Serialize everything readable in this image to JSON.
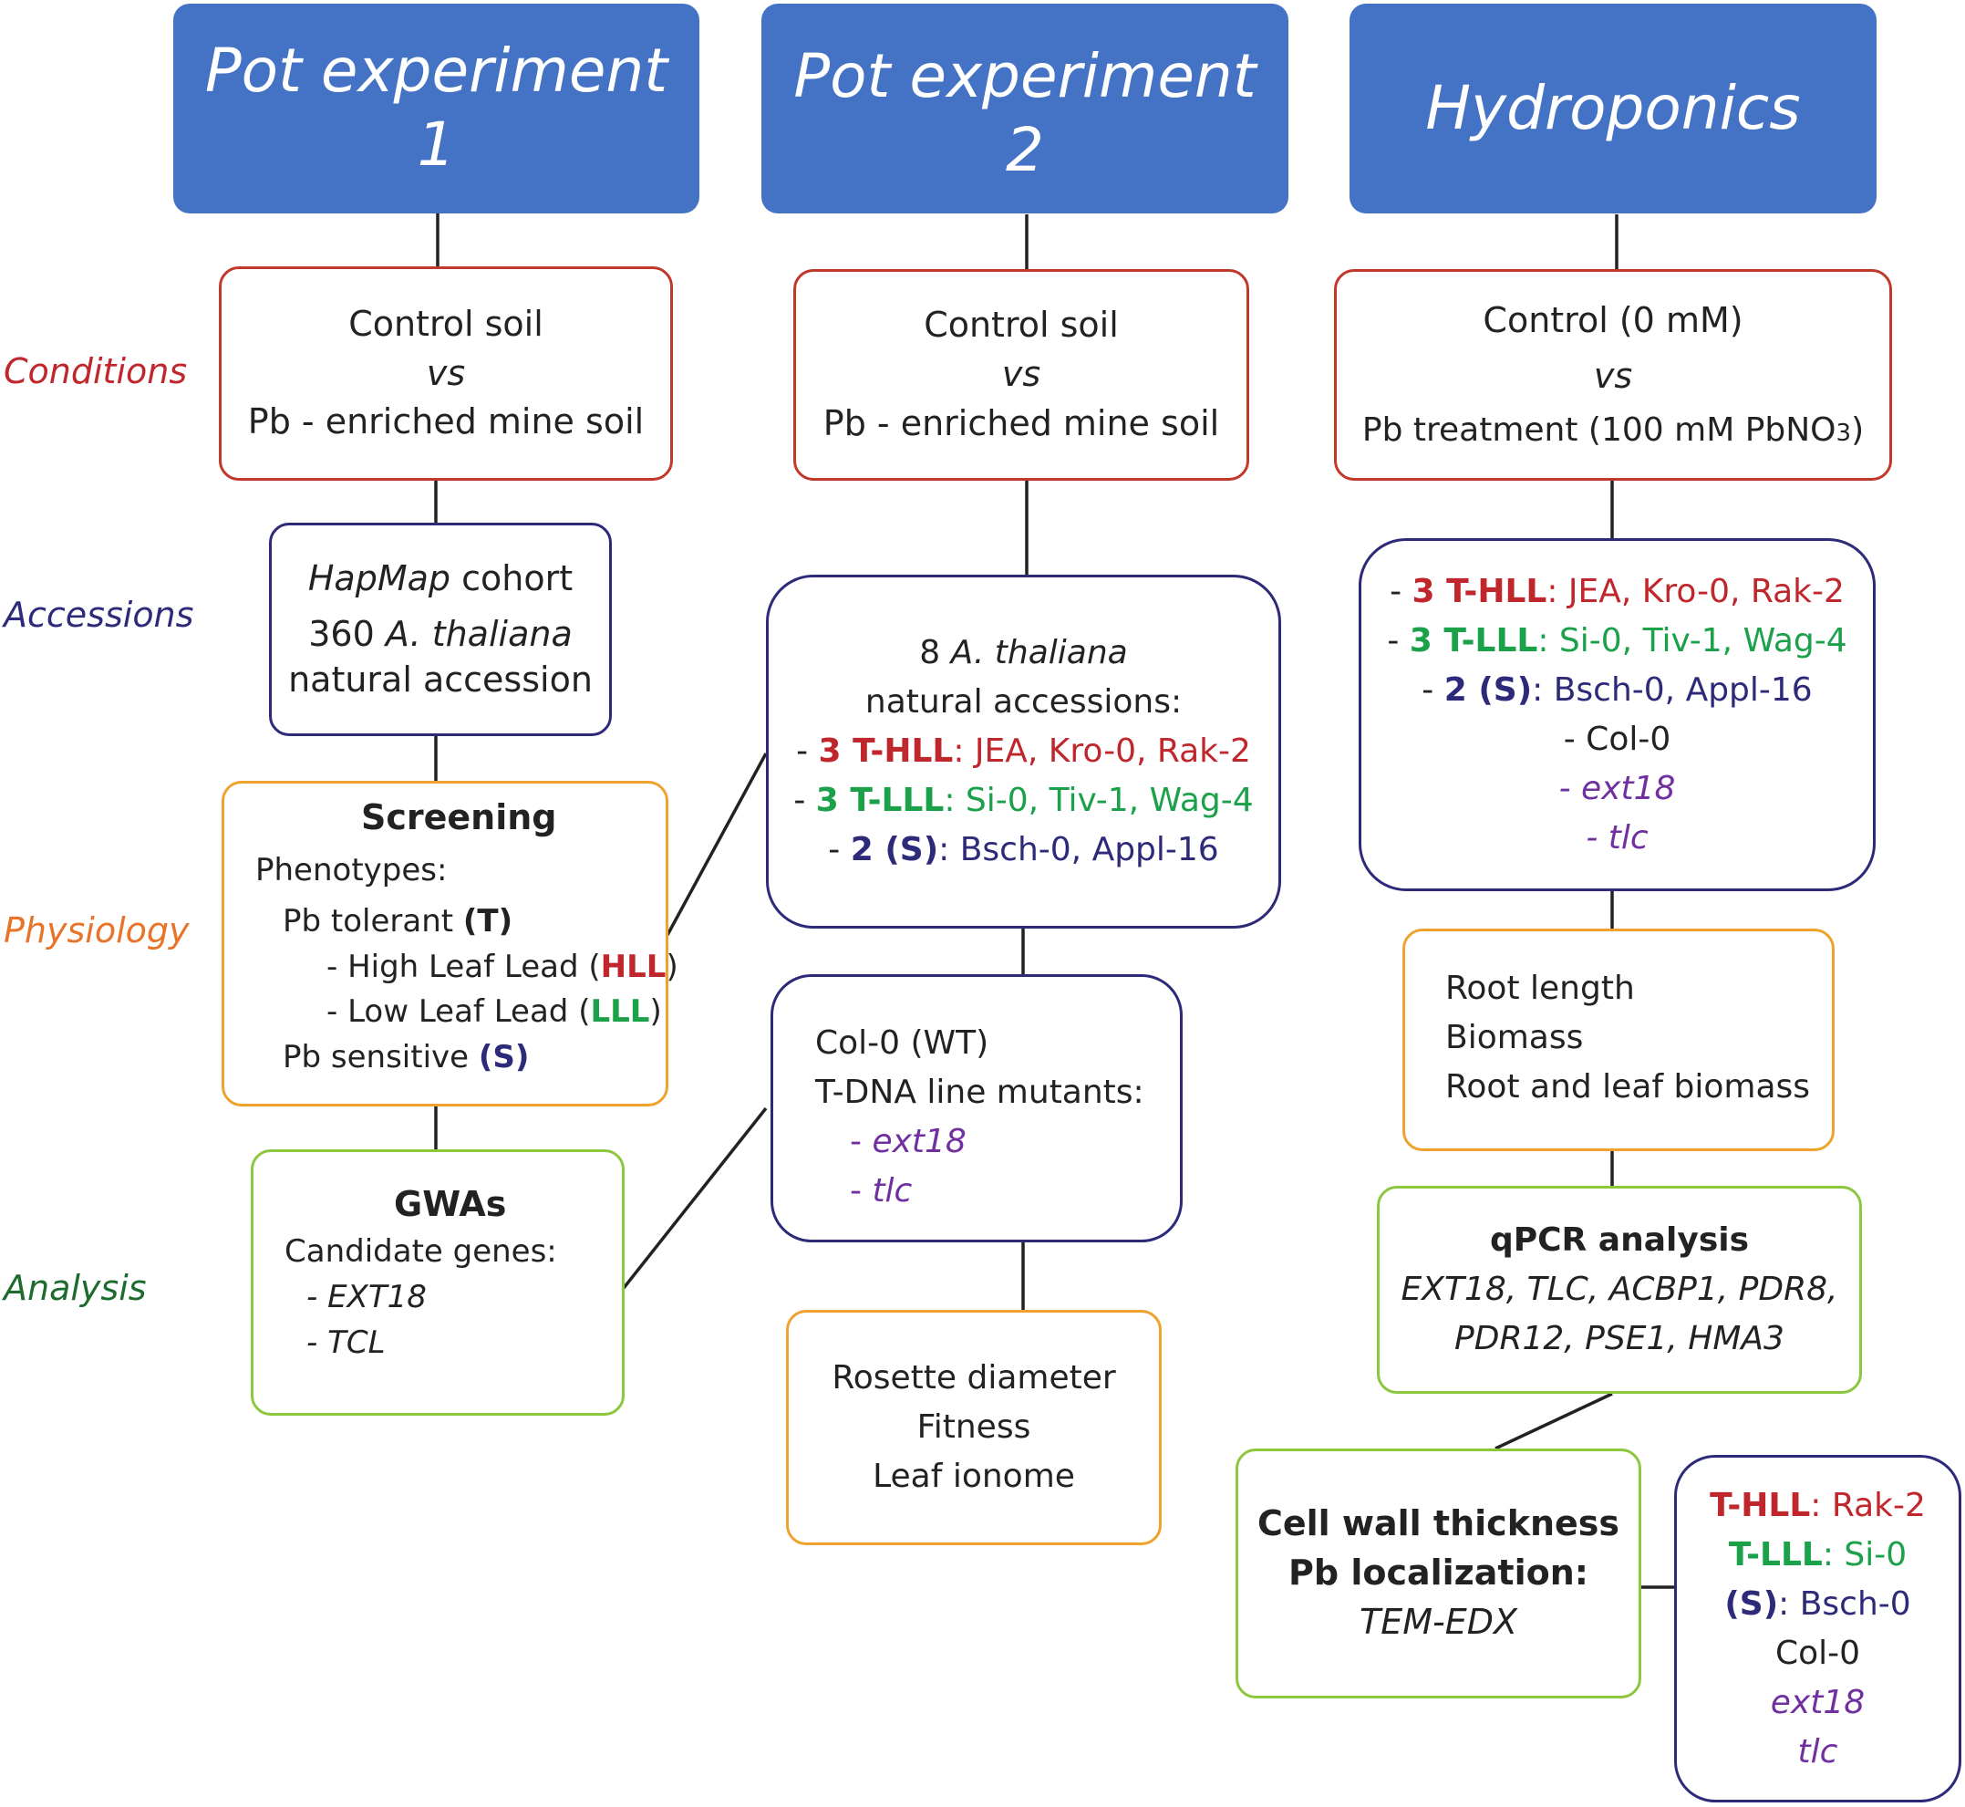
{
  "headers": {
    "pot1": {
      "line1": "Pot experiment",
      "line2": "1"
    },
    "pot2": {
      "line1": "Pot experiment",
      "line2": "2"
    },
    "hydro": {
      "line1": "Hydroponics"
    }
  },
  "side_labels": {
    "conditions": "Conditions",
    "accessions": "Accessions",
    "physiology": "Physiology",
    "analysis": "Analysis"
  },
  "pot1": {
    "conditions": {
      "l1": "Control soil",
      "l2": "vs",
      "l3": "Pb - enriched mine soil"
    },
    "accessions": {
      "hapmap": "HapMap",
      "cohort": " cohort",
      "count": "360 ",
      "species": "A. thaliana",
      "l3": "natural accession"
    },
    "screening": {
      "title": "Screening",
      "phenotypes": "Phenotypes:",
      "tolerant": "Pb tolerant ",
      "tolerant_code": "(T)",
      "hll_text": "- High Leaf Lead (",
      "hll_code": "HLL",
      "lll_text": "- Low Leaf Lead (",
      "lll_code": "LLL",
      "close": ")",
      "sensitive": "Pb sensitive ",
      "sensitive_code": "(S)"
    },
    "gwas": {
      "title": "GWAs",
      "candidates": "Candidate genes:",
      "gene1": "- EXT18",
      "gene2": "- TCL"
    }
  },
  "pot2": {
    "conditions": {
      "l1": "Control soil",
      "l2": "vs",
      "l3": "Pb - enriched mine soil"
    },
    "accessions": {
      "count": "8 ",
      "species": "A. thaliana",
      "l2": "natural accessions:",
      "dash": "- ",
      "thll_code": "3 T-HLL",
      "thll_list": ": JEA, Kro-0, Rak-2",
      "tlll_code": "3 T-LLL",
      "tlll_list": ": Si-0, Tiv-1, Wag-4",
      "s_code": "2 (S)",
      "s_list": ": Bsch-0, Appl-16"
    },
    "mutants": {
      "wt": "Col-0 (WT)",
      "tdna": "T-DNA line mutants:",
      "dash": "- ",
      "m1": "ext18",
      "m2": "tlc"
    },
    "physiology": {
      "l1": "Rosette diameter",
      "l2": "Fitness",
      "l3": "Leaf ionome"
    }
  },
  "hydro": {
    "conditions": {
      "l1": "Control (0 mM)",
      "l2": "vs",
      "l3": "Pb treatment (100 mM PbNO",
      "sub": "3",
      "close": ")"
    },
    "accessions": {
      "dash": "- ",
      "thll_code": "3 T-HLL",
      "thll_list": ": JEA, Kro-0, Rak-2",
      "tlll_code": "3 T-LLL",
      "tlll_list": ": Si-0, Tiv-1, Wag-4",
      "s_code": "2 (S)",
      "s_list": ": Bsch-0, Appl-16",
      "col0": "- Col-0",
      "m1": "- ext18",
      "m2": "- tlc"
    },
    "physiology": {
      "l1": "Root length",
      "l2": "Biomass",
      "l3": "Root and leaf biomass"
    },
    "qpcr": {
      "title": "qPCR analysis",
      "genes1": "EXT18, TLC, ACBP1, PDR8,",
      "genes2": "PDR12, PSE1, HMA3"
    },
    "cellwall": {
      "l1": "Cell wall thickness",
      "l2": "Pb localization:",
      "l3": "TEM-EDX"
    },
    "selected": {
      "thll_code": "T-HLL",
      "thll_val": ": Rak-2",
      "tlll_code": "T-LLL",
      "tlll_val": ": Si-0",
      "s_code": "(S)",
      "s_val": ": Bsch-0",
      "col0": "Col-0",
      "m1": "ext18",
      "m2": "tlc"
    }
  },
  "colors": {
    "header": "#4472c4",
    "red": "#c0392b",
    "navy": "#2e2a7a",
    "orange": "#f0a22e",
    "green": "#8dc63f",
    "purple": "#7030a0",
    "bright_green": "#1aa14a"
  }
}
